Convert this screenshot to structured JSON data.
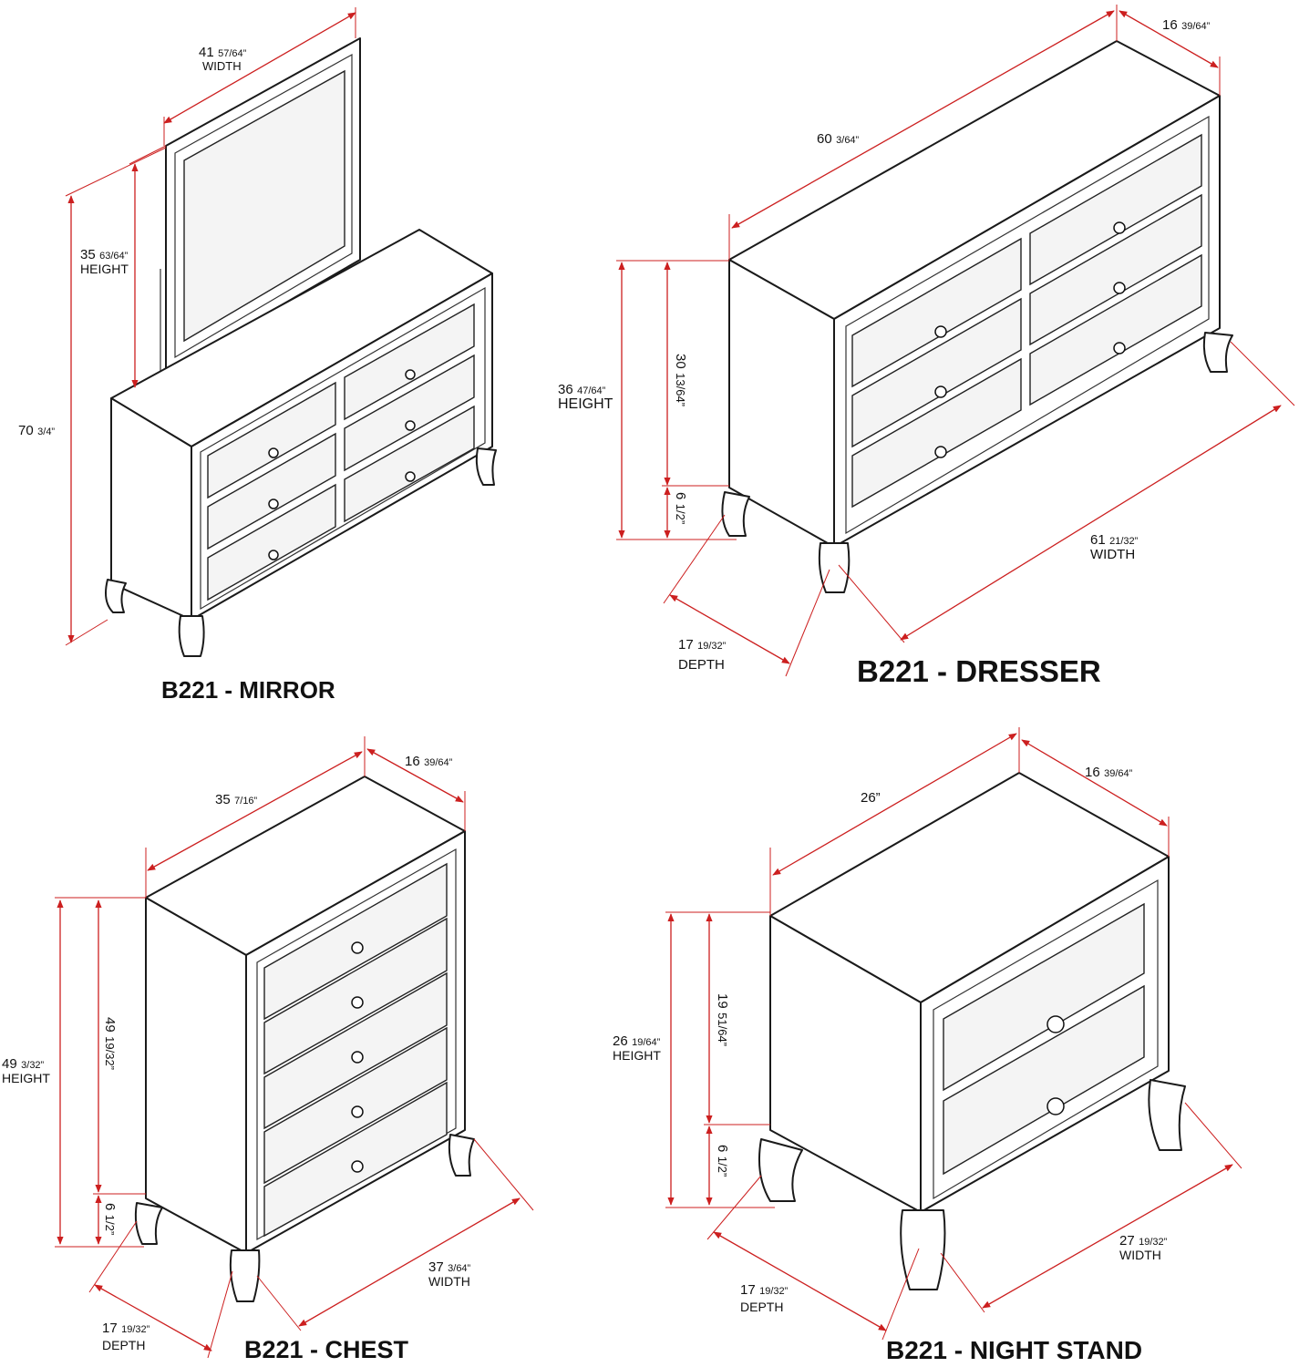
{
  "titles": {
    "mirror": "B221 - MIRROR",
    "dresser": "B221 - DRESSER",
    "chest": "B221 - CHEST",
    "nightstand": "B221 - NIGHT STAND"
  },
  "mirror": {
    "width": {
      "whole": "41",
      "frac": "57/64”",
      "caption": "WIDTH"
    },
    "height": {
      "whole": "35",
      "frac": "63/64”",
      "caption": "HEIGHT"
    },
    "total": {
      "whole": "70",
      "frac": "3/4”"
    }
  },
  "dresser": {
    "top_length": {
      "whole": "60",
      "frac": "3/64”"
    },
    "top_depth": {
      "whole": "16",
      "frac": "39/64”"
    },
    "height": {
      "whole": "36",
      "frac": "47/64”",
      "caption": "HEIGHT"
    },
    "case_height": {
      "whole": "30",
      "frac": "13/64”"
    },
    "leg_height": {
      "whole": "6",
      "frac": "1/2”"
    },
    "width": {
      "whole": "61",
      "frac": "21/32”",
      "caption": "WIDTH"
    },
    "depth": {
      "whole": "17",
      "frac": "19/32”",
      "caption": "DEPTH"
    }
  },
  "chest": {
    "top_length": {
      "whole": "35",
      "frac": "7/16”"
    },
    "top_depth": {
      "whole": "16",
      "frac": "39/64”"
    },
    "height": {
      "whole": "49",
      "frac": "3/32”",
      "caption": "HEIGHT"
    },
    "case_height": {
      "whole": "49",
      "frac": "19/32”"
    },
    "leg_height": {
      "whole": "6",
      "frac": "1/2”"
    },
    "width": {
      "whole": "37",
      "frac": "3/64”",
      "caption": "WIDTH"
    },
    "depth": {
      "whole": "17",
      "frac": "19/32”",
      "caption": "DEPTH"
    }
  },
  "nightstand": {
    "top_length": {
      "whole": "26”",
      "frac": ""
    },
    "top_depth": {
      "whole": "16",
      "frac": "39/64”"
    },
    "height": {
      "whole": "26",
      "frac": "19/64”",
      "caption": "HEIGHT"
    },
    "case_height": {
      "whole": "19",
      "frac": "51/64”"
    },
    "leg_height": {
      "whole": "6",
      "frac": "1/2”"
    },
    "width": {
      "whole": "27",
      "frac": "19/32”",
      "caption": "WIDTH"
    },
    "depth": {
      "whole": "17",
      "frac": "19/32”",
      "caption": "DEPTH"
    }
  },
  "colors": {
    "dimension": "#cc1f1f",
    "outline": "#1a1a1a"
  }
}
